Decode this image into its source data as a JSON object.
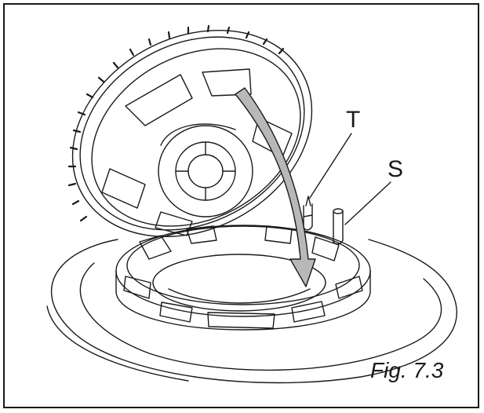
{
  "figure": {
    "caption": "Fig. 7.3",
    "callouts": {
      "t": "T",
      "s": "S"
    },
    "colors": {
      "line": "#1a1a1a",
      "arrow_fill": "#b8b8b8",
      "background": "#ffffff"
    }
  }
}
